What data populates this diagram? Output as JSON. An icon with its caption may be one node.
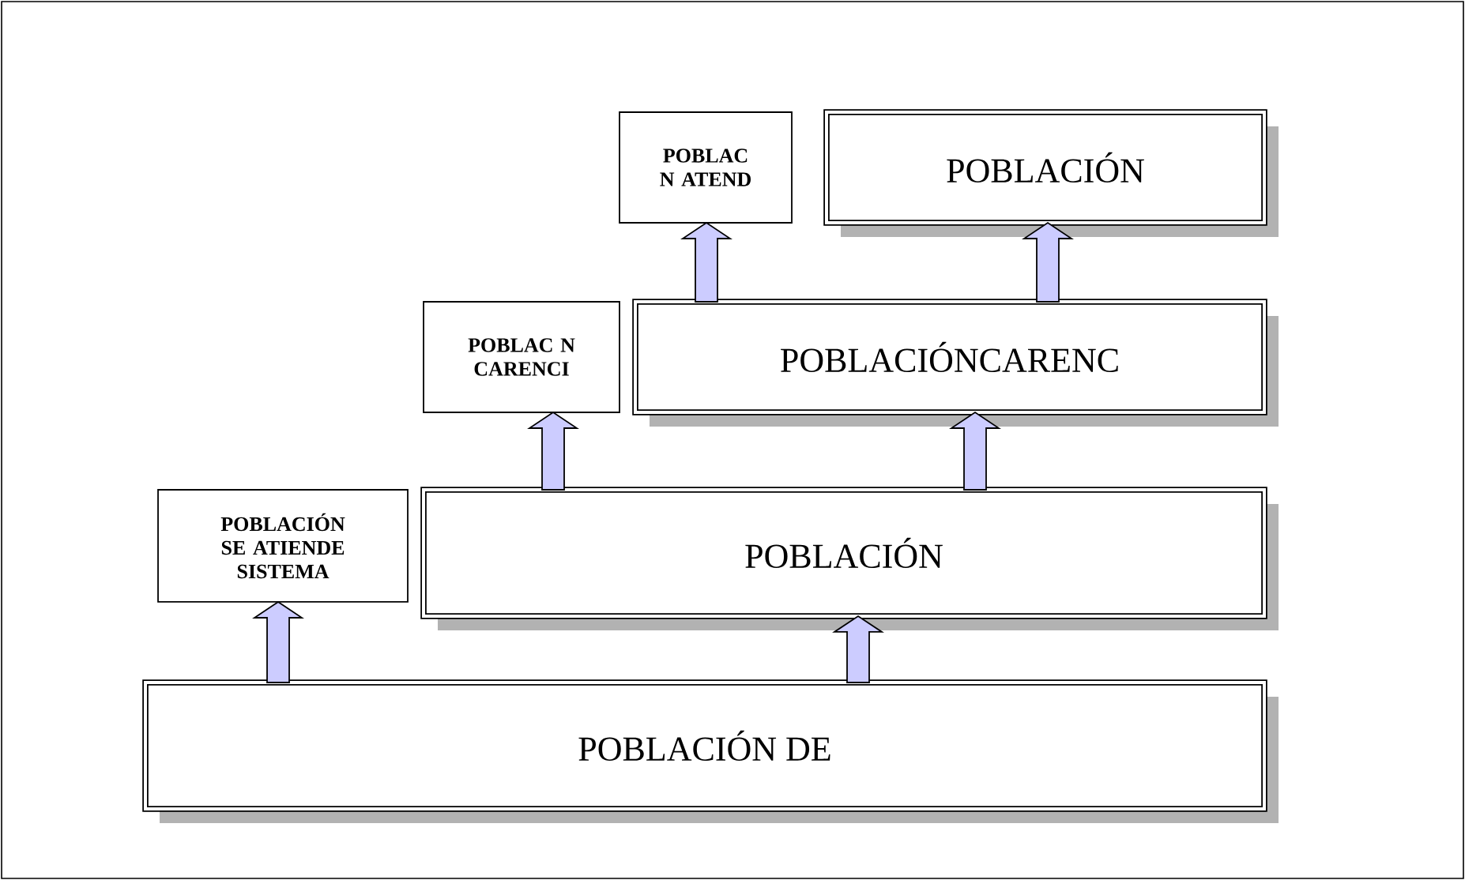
{
  "diagram": {
    "nodes": [
      {
        "text": [
          "POBLAC N ATEND"
        ]
      },
      {
        "text": [
          "POBLACIÓN"
        ]
      },
      {
        "text": [
          "POBLAC N CARENCI"
        ]
      },
      {
        "text": [
          "POBLACIÓNCARENC"
        ]
      },
      {
        "text": [
          "POBLACIÓN SE ATIENDE SISTEMA"
        ]
      },
      {
        "text": [
          "POBLACIÓN"
        ]
      },
      {
        "text": [
          "POBLACIÓN DE"
        ]
      }
    ],
    "edges": [
      {
        "from": 6,
        "to": 4,
        "arrow": "to"
      },
      {
        "from": 6,
        "to": 5,
        "arrow": "to"
      },
      {
        "from": 5,
        "to": 2,
        "arrow": "to"
      },
      {
        "from": 5,
        "to": 3,
        "arrow": "to"
      },
      {
        "from": 3,
        "to": 0,
        "arrow": "to"
      },
      {
        "from": 3,
        "to": 1,
        "arrow": "to"
      }
    ]
  }
}
